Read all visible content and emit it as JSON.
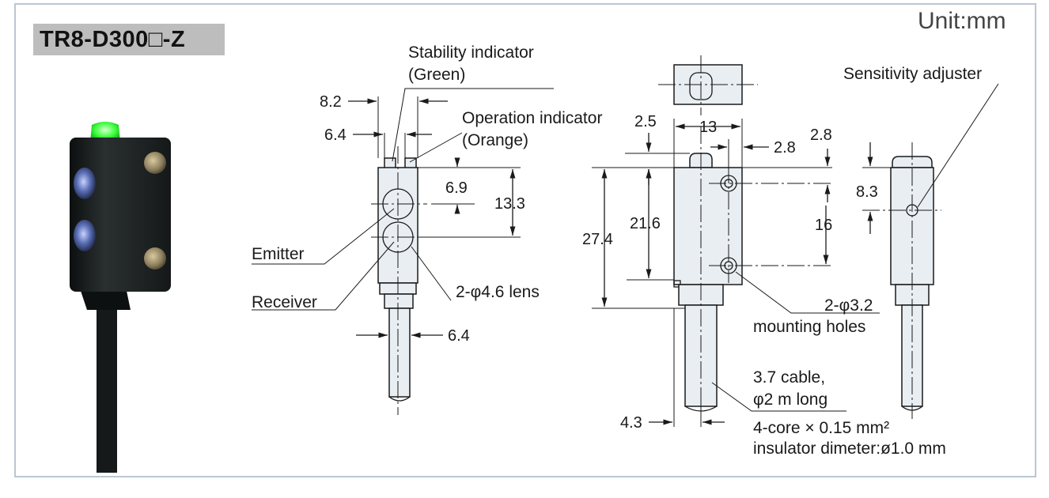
{
  "title": "TR8-D300□-Z",
  "unit": "Unit:mm",
  "labels": {
    "stability_indicator": "Stability indicator",
    "stability_color": "(Green)",
    "operation_indicator": "Operation indicator",
    "operation_color": "(Orange)",
    "emitter": "Emitter",
    "receiver": "Receiver",
    "lens": "2-φ4.6 lens",
    "sensitivity_adjuster": "Sensitivity adjuster",
    "mounting_holes_1": "2-φ3.2",
    "mounting_holes_2": "mounting holes",
    "cable_1": "3.7 cable,",
    "cable_2": "φ2 m long",
    "core": "4-core × 0.15 mm²",
    "insulator": "insulator dimeter:ø1.0 mm"
  },
  "dimensions": {
    "d_8_2": "8.2",
    "d_6_4_top": "6.4",
    "d_6_9": "6.9",
    "d_13_3": "13.3",
    "d_6_4_cable": "6.4",
    "d_2_5": "2.5",
    "d_13": "13",
    "d_2_8_a": "2.8",
    "d_2_8_b": "2.8",
    "d_27_4": "27.4",
    "d_21_6": "21.6",
    "d_16": "16",
    "d_4_3": "4.3",
    "d_8_3": "8.3"
  },
  "colors": {
    "frame": "#b9c7d3",
    "title_badge": "#bdbdbd",
    "sensor_body": "#1e2324",
    "indicator_green": "#39ff3a",
    "lens_blue": "#5a6fb6"
  }
}
